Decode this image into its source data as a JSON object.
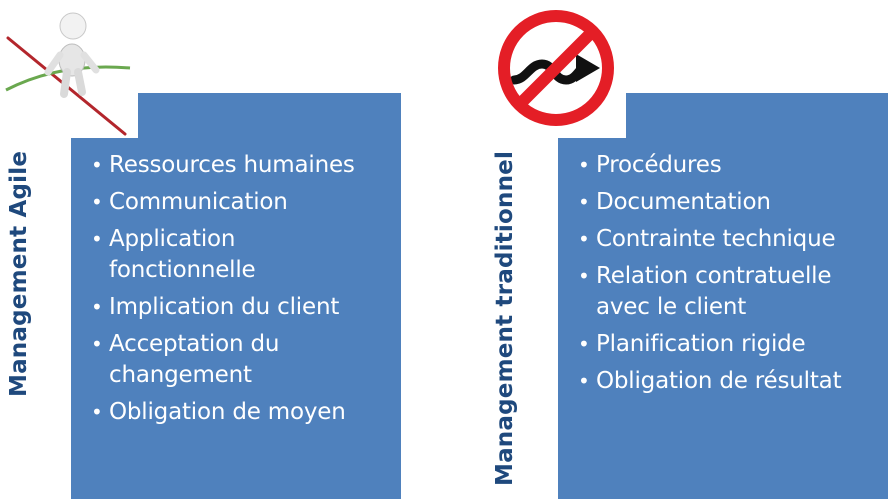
{
  "agile": {
    "title": "Management Agile",
    "items": [
      "Ressources humaines",
      "Communication",
      "Application fonctionnelle",
      "Implication du client",
      "Acceptation du changement",
      "Obligation de moyen"
    ],
    "icon": "tightrope-walker-icon"
  },
  "traditional": {
    "title": "Management traditionnel",
    "items": [
      "Procédures",
      "Documentation",
      "Contrainte technique",
      "Relation contratuelle avec le client",
      "Planification rigide",
      "Obligation de résultat"
    ],
    "icon": "no-detour-sign-icon"
  },
  "colors": {
    "panel": "#4f81bd",
    "title": "#1f497d",
    "bullet_text": "#ffffff",
    "sign_red": "#e41e26"
  }
}
